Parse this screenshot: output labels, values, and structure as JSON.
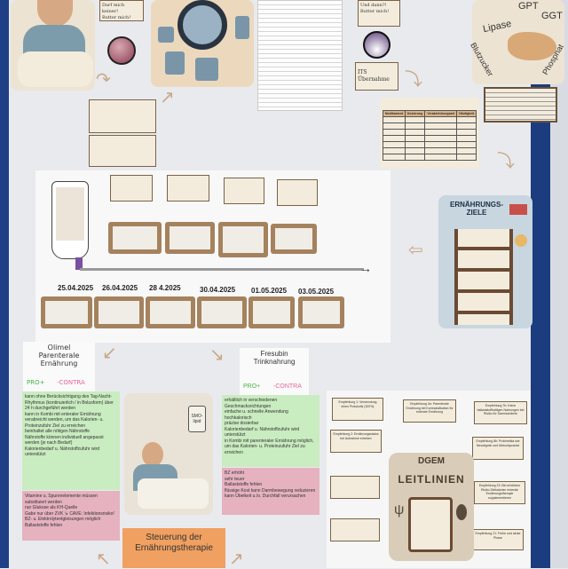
{
  "top": {
    "note1": [
      "Darf mich keiner!",
      "Butter mich!"
    ],
    "note2": [
      "Und dann?!",
      "Butter mich!"
    ],
    "its_note": "ITS Übernahme",
    "labs": [
      "GPT",
      "GGT",
      "Lipase",
      "Blutzucker",
      "Phosphat"
    ]
  },
  "med_table": {
    "headers": [
      "Medikament",
      "Dosierung",
      "Verabreichungsart",
      "Häufigkeit"
    ]
  },
  "timeline": {
    "dates": [
      "25.04.2025",
      "26.04.2025",
      "28 4.2025",
      "30.04.2025",
      "01.05.2025",
      "03.05.2025"
    ]
  },
  "goals": {
    "title": "ERNÄHRUNGS- ZIELE"
  },
  "olimel": {
    "title": "Olimel Parenterale Ernährung",
    "pro": "PRO+",
    "contra": "-CONTRA",
    "pro_items": [
      "kann ohne Berücksichtigung des Tag-Nacht-Rhythmus (kontinuierlich / in Bolusform) über 24 h durchgeführt werden",
      "kann in Kombi mit enteraler Ernährung verabreicht werden, um das Kalorien- u. Proteinzufuhr Ziel zu erreichen",
      "beinhaltet alle nötigen Nährstoffe",
      "Nährstoffe können individuell angepasst werden (je nach Bedarf)",
      "Kalorienbedarf u. Nährstoffzufuhr wird unterstützt"
    ],
    "contra_items": [
      "Vitamine u. Spurenelemente müssen substituiert werden",
      "nur Glukose als KH-Quelle",
      "Gabe nur über ZVK ↳ CAVE: Infektionsrisiko!",
      "BZ- u. Elektrolytentgleisungen möglich",
      "Ballaststoffe fehlen"
    ]
  },
  "fresubin": {
    "title": "Fresubin Trinknahrung",
    "pro": "PRO+",
    "contra": "-CONTRA",
    "pro_items": [
      "erhältlich in verschiedenen Geschmacksrichtungen",
      "einfache u. schnelle Anwendung",
      "hochkalorisch",
      "präzise dosierbar",
      "Kalorienbedarf u. Nährstoffzufuhr wird unterstützt",
      "in Kombi mit parenteraler Ernährung möglich, um das Kalorien- u. Proteinzufuhr Ziel zu erreichen"
    ],
    "contra_items": [
      "BZ erhöht",
      "sehr teuer",
      "Ballaststoffe fehlen",
      "flüssige Kost kann Darmbewegung reduzieren",
      "kann Übelkeit u./o. Durchfall verursachen"
    ]
  },
  "patient_bag": "SMO-lipid",
  "steering": "Steuerung der Ernährungstherapie",
  "dgem": {
    "title": "DGEM",
    "subtitle": "LEITLINIEN",
    "boxes": [
      "Empfehlung 1: Verwendung eines Protokolls (100%)",
      "Empfehlung 3a: Parenterale Ernährung bei Kontraindikation für enterale Ernährung",
      "Empfehlung 7b: Keine ballaststoffhaltigen Nahrungen bei Risiko für Darmischämie",
      "Empfehlung 2: Ernährungsstatus bei Aufnahme erheben",
      "Empfehlung 8b: Prokinetika wie Neostigmin und Metoclopramid",
      "Empfehlung 23: Bei erhöhtem Risiko Zielkalorien enterale Ernährungstherapie supplementieren",
      "Empfehlung 21: Frühe und akute Phase"
    ]
  }
}
